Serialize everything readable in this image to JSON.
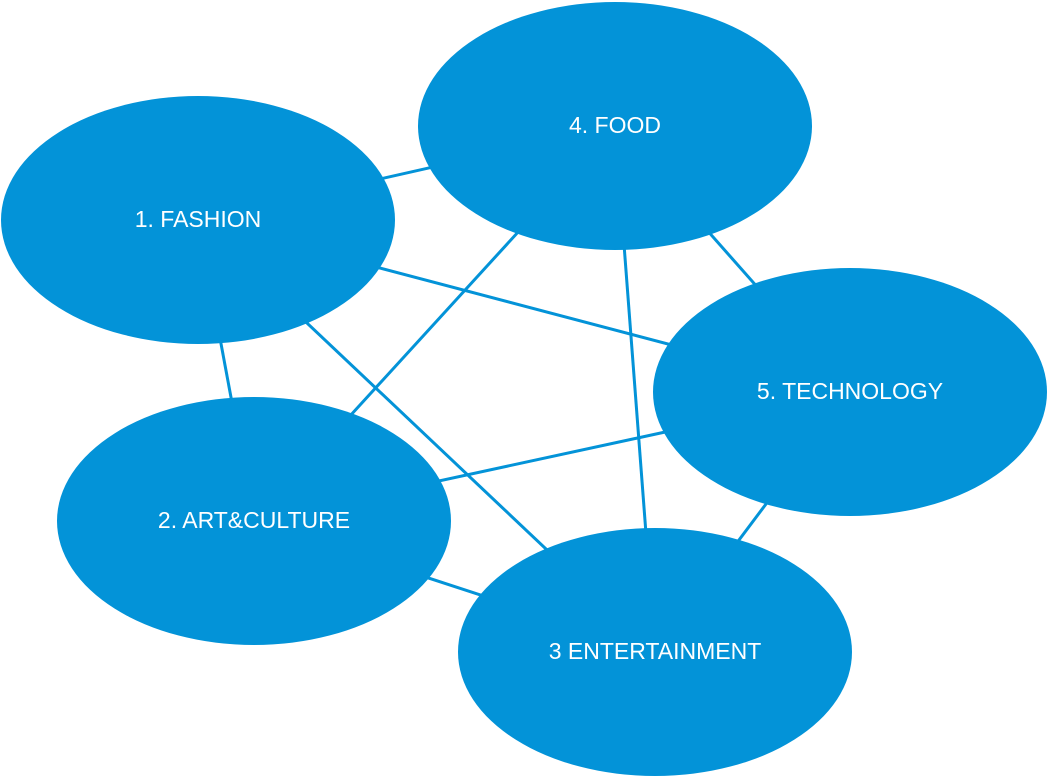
{
  "colors": {
    "node_fill": "#0393d8",
    "edge": "#0393d8",
    "label": "#ffffff"
  },
  "nodes": [
    {
      "id": "fashion",
      "label": "1. FASHION"
    },
    {
      "id": "art-culture",
      "label": "2. ART&CULTURE"
    },
    {
      "id": "entertainment",
      "label": "3 ENTERTAINMENT"
    },
    {
      "id": "food",
      "label": "4. FOOD"
    },
    {
      "id": "technology",
      "label": "5. TECHNOLOGY"
    }
  ],
  "edges": [
    {
      "from": "fashion",
      "to": "food"
    },
    {
      "from": "fashion",
      "to": "art-culture"
    },
    {
      "from": "fashion",
      "to": "technology"
    },
    {
      "from": "fashion",
      "to": "entertainment"
    },
    {
      "from": "food",
      "to": "art-culture"
    },
    {
      "from": "food",
      "to": "entertainment"
    },
    {
      "from": "food",
      "to": "technology"
    },
    {
      "from": "art-culture",
      "to": "technology"
    },
    {
      "from": "art-culture",
      "to": "entertainment"
    },
    {
      "from": "technology",
      "to": "entertainment"
    }
  ]
}
